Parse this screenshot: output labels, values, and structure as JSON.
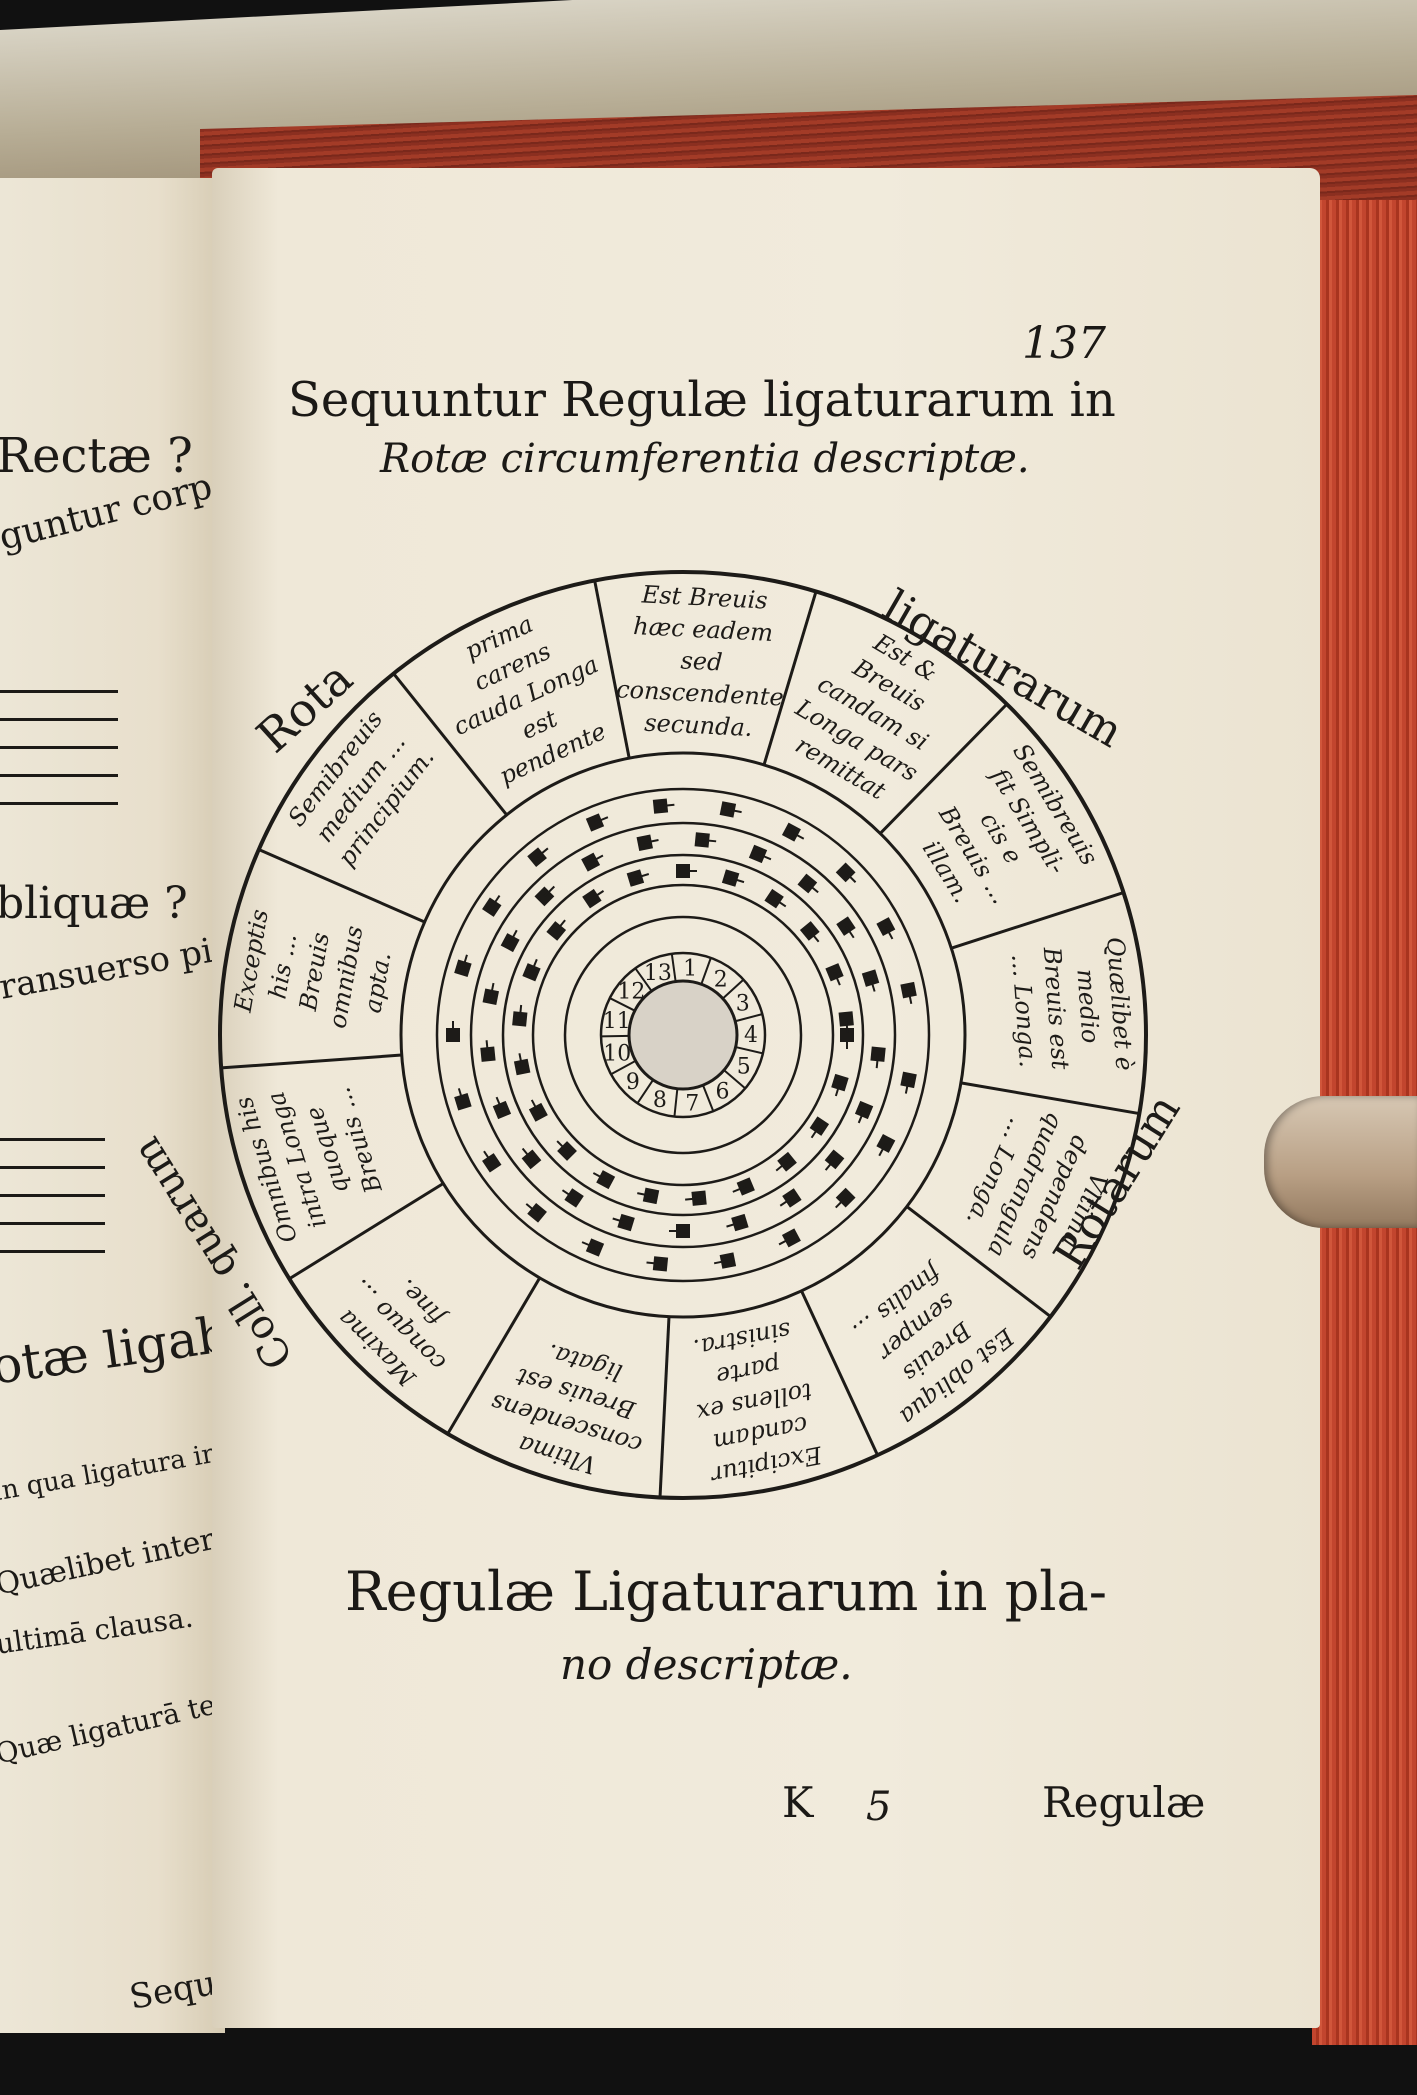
{
  "left_page": {
    "lines": [
      "Rectæ ?",
      "guntur corpore",
      "bliquæ ?",
      "ransuerso pingu",
      "otæ ligabiles?",
      "In qua ligatura incip",
      "Quælibet inter prima",
      "ultimā clausa.",
      "Quæ ligaturā termin",
      "Sequ"
    ]
  },
  "right_page": {
    "page_number": "137",
    "heading_line1": "Sequuntur Regulæ ligaturarum in",
    "heading_line2": "Rotæ circumferentia descriptæ.",
    "footer_heading_line1": "Regulæ Ligaturarum in pla-",
    "footer_heading_line2": "no descriptæ.",
    "signature_letter": "K",
    "signature_number": "5",
    "catchword": "Regulæ"
  },
  "wheel": {
    "outer_labels": [
      "Rota",
      "ligaturarum",
      "Rotarum",
      "Coll. quarum"
    ],
    "segments": [
      "Est Breuis hæc eadem sed conscendente secunda.",
      "Est & Breuis candam si Longa pars remittat illam.",
      "Semibreuis fit Simpli- cis e Breuis ... illam.",
      "Quælibet è medio Breuis est ... Longa.",
      "Vltima dependens quadrangula ... Longa.",
      "Est obliqua Breuis semper finalis ...",
      "Excipitur candam tollens ex parte sinistra.",
      "Vltima conscendens Breuis est ligata.",
      "Maxima conquo ... fine.",
      "Omnibus his intra Longa quoque Breuis ...",
      "Exceptis his ... Breuis omnibus apta.",
      "Semibreuis medium ... principium.",
      "prima carens cauda Longa est pendente secunda."
    ],
    "numbers": [
      "1",
      "2",
      "3",
      "4",
      "5",
      "6",
      "7",
      "8",
      "9",
      "10",
      "11",
      "12",
      "13"
    ]
  }
}
